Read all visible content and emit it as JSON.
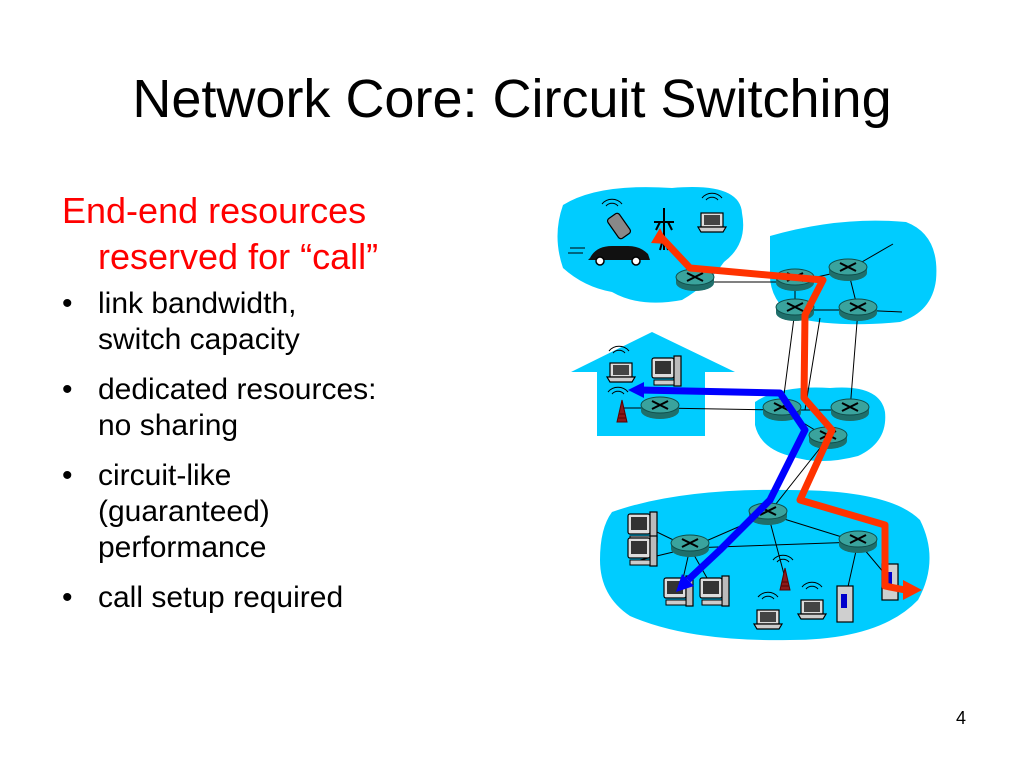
{
  "slide": {
    "title": "Network Core: Circuit Switching",
    "heading_line1": "End-end resources",
    "heading_line2": "reserved for “call”",
    "bullets": [
      {
        "lines": [
          "link bandwidth,",
          "switch capacity"
        ]
      },
      {
        "lines": [
          "dedicated resources:",
          "no sharing"
        ]
      },
      {
        "lines": [
          "circuit-like",
          "(guaranteed)",
          "performance"
        ]
      },
      {
        "lines": [
          "call setup required"
        ]
      }
    ],
    "page_number": "4"
  },
  "colors": {
    "heading": "#ff0000",
    "cloud": "#00ccff",
    "path_red": "#ff3300",
    "path_blue": "#0000ff",
    "router": "#2a8a85"
  },
  "icons": [
    "cell-phone-icon",
    "antenna-tower-icon",
    "laptop-icon",
    "car-icon",
    "router-icon",
    "desktop-pc-icon",
    "server-icon",
    "wireless-tower-icon"
  ]
}
